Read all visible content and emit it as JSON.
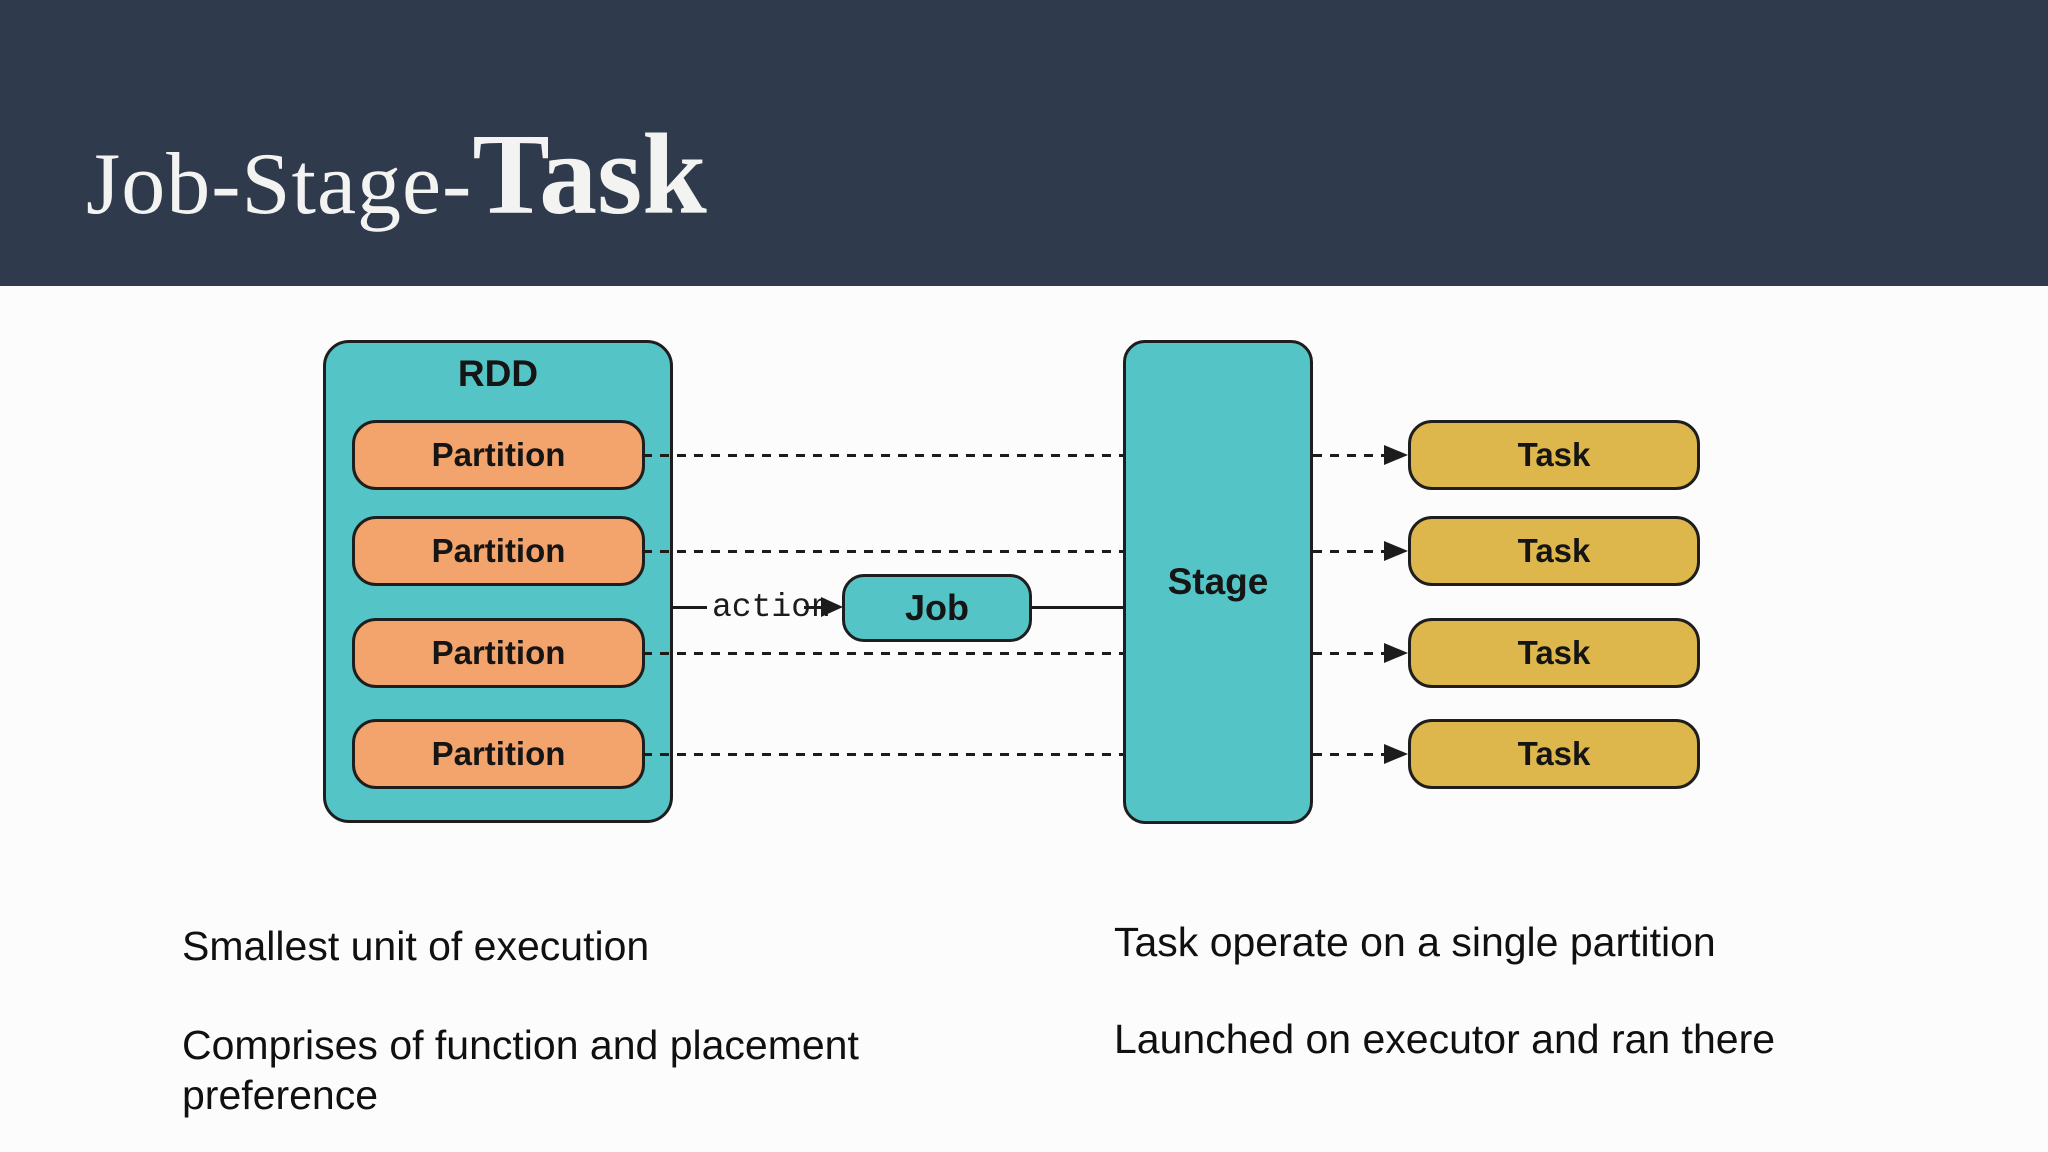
{
  "title": {
    "regular": "Job-Stage-",
    "bold": "Task"
  },
  "diagram": {
    "rdd_label": "RDD",
    "partitions": [
      "Partition",
      "Partition",
      "Partition",
      "Partition"
    ],
    "action_label": "action",
    "job_label": "Job",
    "stage_label": "Stage",
    "tasks": [
      "Task",
      "Task",
      "Task",
      "Task"
    ]
  },
  "notes": {
    "left": [
      "Smallest unit of execution",
      "Comprises of function and placement preference"
    ],
    "right": [
      "Task operate on a single partition",
      "Launched on executor and ran there"
    ]
  },
  "colors": {
    "header_background": "#2F3A4C",
    "slide_background": "#FCFCFD",
    "teal_box": "#55C4C7",
    "orange_box": "#F2A46C",
    "gold_box": "#DDB74C",
    "line": "#1C1C1C",
    "title_text": "#F3F4F2",
    "body_text": "#101010"
  }
}
